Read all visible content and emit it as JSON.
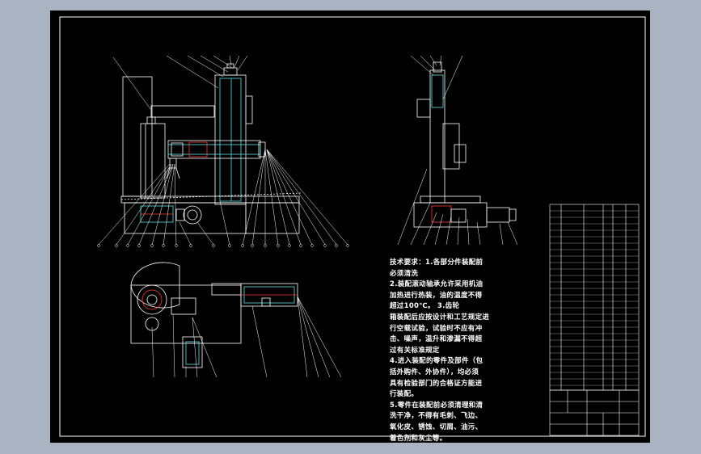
{
  "colors": {
    "background": "#a9b3c2",
    "sheet": "#000000",
    "lines": "#ffffff",
    "red": "#ff3b3b",
    "cyan": "#5fe0e0"
  },
  "technical_requirements": {
    "lines": [
      "技术要求：1.各部分件装配前",
      "必须清洗",
      "2.装配滚动轴承允许采用机油",
      "加热进行热装，油的温度不得",
      "超过100℃。        3.齿轮",
      "箱装配后应按设计和工艺规定进",
      "行空载试验，试验时不应有冲",
      "击、噪声，温升和渗漏不得超",
      "过有关标准规定",
      "4.进入装配的零件及部件（包",
      "括外购件、外协件），均必须",
      "具有检验部门的合格证方能进",
      "行装配。",
      "5.零件在装配前必须清理和清",
      "洗干净，不得有毛刺、飞边、",
      "氧化皮、锈蚀、切屑、油污、",
      "着色剂和灰尘等。"
    ]
  }
}
